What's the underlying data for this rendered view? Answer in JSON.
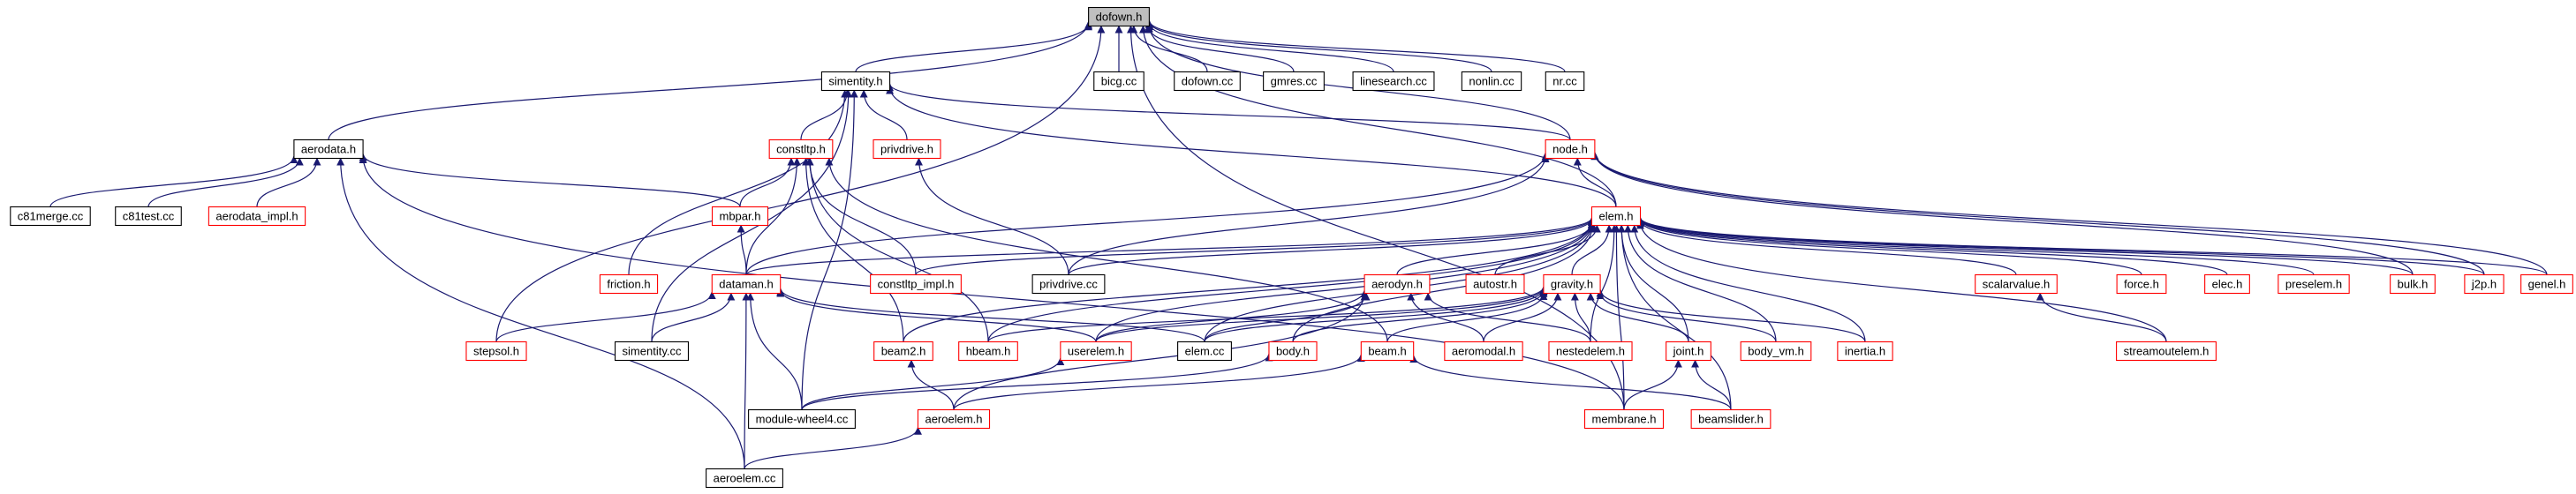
{
  "colors": {
    "edge": "#191970",
    "border_default": "#000000",
    "border_red": "#ff0000",
    "root_fill": "#bfbfbf",
    "node_fill": "#ffffff"
  },
  "nodes": [
    {
      "id": "dofown_h",
      "label": "dofown.h",
      "style": "root"
    },
    {
      "id": "simentity_h",
      "label": "simentity.h",
      "style": "black"
    },
    {
      "id": "bicg_cc",
      "label": "bicg.cc",
      "style": "black"
    },
    {
      "id": "dofown_cc",
      "label": "dofown.cc",
      "style": "black"
    },
    {
      "id": "gmres_cc",
      "label": "gmres.cc",
      "style": "black"
    },
    {
      "id": "linesearch_cc",
      "label": "linesearch.cc",
      "style": "black"
    },
    {
      "id": "nonlin_cc",
      "label": "nonlin.cc",
      "style": "black"
    },
    {
      "id": "nr_cc",
      "label": "nr.cc",
      "style": "black"
    },
    {
      "id": "aerodata_h",
      "label": "aerodata.h",
      "style": "black"
    },
    {
      "id": "constltp_h",
      "label": "constltp.h",
      "style": "red"
    },
    {
      "id": "privdrive_h",
      "label": "privdrive.h",
      "style": "red"
    },
    {
      "id": "node_h",
      "label": "node.h",
      "style": "red"
    },
    {
      "id": "c81merge_cc",
      "label": "c81merge.cc",
      "style": "black"
    },
    {
      "id": "c81test_cc",
      "label": "c81test.cc",
      "style": "black"
    },
    {
      "id": "aerodata_impl_h",
      "label": "aerodata_impl.h",
      "style": "red"
    },
    {
      "id": "mbpar_h",
      "label": "mbpar.h",
      "style": "red"
    },
    {
      "id": "elem_h",
      "label": "elem.h",
      "style": "red"
    },
    {
      "id": "friction_h",
      "label": "friction.h",
      "style": "red"
    },
    {
      "id": "dataman_h",
      "label": "dataman.h",
      "style": "red"
    },
    {
      "id": "constltp_impl_h",
      "label": "constltp_impl.h",
      "style": "red"
    },
    {
      "id": "privdrive_cc",
      "label": "privdrive.cc",
      "style": "black"
    },
    {
      "id": "aerodyn_h",
      "label": "aerodyn.h",
      "style": "red"
    },
    {
      "id": "autostr_h",
      "label": "autostr.h",
      "style": "red"
    },
    {
      "id": "gravity_h",
      "label": "gravity.h",
      "style": "red"
    },
    {
      "id": "scalarvalue_h",
      "label": "scalarvalue.h",
      "style": "red"
    },
    {
      "id": "force_h",
      "label": "force.h",
      "style": "red"
    },
    {
      "id": "elec_h",
      "label": "elec.h",
      "style": "red"
    },
    {
      "id": "preselem_h",
      "label": "preselem.h",
      "style": "red"
    },
    {
      "id": "bulk_h",
      "label": "bulk.h",
      "style": "red"
    },
    {
      "id": "j2p_h",
      "label": "j2p.h",
      "style": "red"
    },
    {
      "id": "genel_h",
      "label": "genel.h",
      "style": "red"
    },
    {
      "id": "stepsol_h",
      "label": "stepsol.h",
      "style": "red"
    },
    {
      "id": "simentity_cc",
      "label": "simentity.cc",
      "style": "black"
    },
    {
      "id": "beam2_h",
      "label": "beam2.h",
      "style": "red"
    },
    {
      "id": "hbeam_h",
      "label": "hbeam.h",
      "style": "red"
    },
    {
      "id": "userelem_h",
      "label": "userelem.h",
      "style": "red"
    },
    {
      "id": "elem_cc",
      "label": "elem.cc",
      "style": "black"
    },
    {
      "id": "body_h",
      "label": "body.h",
      "style": "red"
    },
    {
      "id": "beam_h",
      "label": "beam.h",
      "style": "red"
    },
    {
      "id": "aeromodal_h",
      "label": "aeromodal.h",
      "style": "red"
    },
    {
      "id": "nestedelem_h",
      "label": "nestedelem.h",
      "style": "red"
    },
    {
      "id": "joint_h",
      "label": "joint.h",
      "style": "red"
    },
    {
      "id": "body_vm_h",
      "label": "body_vm.h",
      "style": "red"
    },
    {
      "id": "inertia_h",
      "label": "inertia.h",
      "style": "red"
    },
    {
      "id": "streamoutelem_h",
      "label": "streamoutelem.h",
      "style": "red"
    },
    {
      "id": "module_wheel4_cc",
      "label": "module-wheel4.cc",
      "style": "black"
    },
    {
      "id": "aeroelem_h",
      "label": "aeroelem.h",
      "style": "red"
    },
    {
      "id": "membrane_h",
      "label": "membrane.h",
      "style": "red"
    },
    {
      "id": "beamslider_h",
      "label": "beamslider.h",
      "style": "red"
    },
    {
      "id": "aeroelem_cc",
      "label": "aeroelem.cc",
      "style": "black"
    }
  ],
  "edges": [
    [
      "simentity_h",
      "dofown_h"
    ],
    [
      "bicg_cc",
      "dofown_h"
    ],
    [
      "dofown_cc",
      "dofown_h"
    ],
    [
      "gmres_cc",
      "dofown_h"
    ],
    [
      "linesearch_cc",
      "dofown_h"
    ],
    [
      "nonlin_cc",
      "dofown_h"
    ],
    [
      "nr_cc",
      "dofown_h"
    ],
    [
      "aerodata_h",
      "dofown_h"
    ],
    [
      "node_h",
      "dofown_h"
    ],
    [
      "elem_h",
      "dofown_h"
    ],
    [
      "stepsol_h",
      "dofown_h"
    ],
    [
      "membrane_h",
      "dofown_h"
    ],
    [
      "constltp_h",
      "simentity_h"
    ],
    [
      "privdrive_h",
      "simentity_h"
    ],
    [
      "node_h",
      "simentity_h"
    ],
    [
      "elem_h",
      "simentity_h"
    ],
    [
      "friction_h",
      "simentity_h"
    ],
    [
      "simentity_cc",
      "simentity_h"
    ],
    [
      "module_wheel4_cc",
      "simentity_h"
    ],
    [
      "c81merge_cc",
      "aerodata_h"
    ],
    [
      "c81test_cc",
      "aerodata_h"
    ],
    [
      "aerodata_impl_h",
      "aerodata_h"
    ],
    [
      "mbpar_h",
      "aerodata_h"
    ],
    [
      "membrane_h",
      "aerodata_h"
    ],
    [
      "aeroelem_cc",
      "aerodata_h"
    ],
    [
      "mbpar_h",
      "constltp_h"
    ],
    [
      "dataman_h",
      "constltp_h"
    ],
    [
      "constltp_impl_h",
      "constltp_h"
    ],
    [
      "beam2_h",
      "constltp_h"
    ],
    [
      "hbeam_h",
      "constltp_h"
    ],
    [
      "beam_h",
      "constltp_h"
    ],
    [
      "privdrive_cc",
      "privdrive_h"
    ],
    [
      "elem_h",
      "node_h"
    ],
    [
      "dataman_h",
      "node_h"
    ],
    [
      "privdrive_cc",
      "node_h"
    ],
    [
      "bulk_h",
      "node_h"
    ],
    [
      "j2p_h",
      "node_h"
    ],
    [
      "genel_h",
      "node_h"
    ],
    [
      "dataman_h",
      "mbpar_h"
    ],
    [
      "dataman_h",
      "elem_h"
    ],
    [
      "constltp_impl_h",
      "elem_h"
    ],
    [
      "privdrive_cc",
      "elem_h"
    ],
    [
      "aerodyn_h",
      "elem_h"
    ],
    [
      "autostr_h",
      "elem_h"
    ],
    [
      "gravity_h",
      "elem_h"
    ],
    [
      "scalarvalue_h",
      "elem_h"
    ],
    [
      "force_h",
      "elem_h"
    ],
    [
      "elec_h",
      "elem_h"
    ],
    [
      "preselem_h",
      "elem_h"
    ],
    [
      "bulk_h",
      "elem_h"
    ],
    [
      "j2p_h",
      "elem_h"
    ],
    [
      "genel_h",
      "elem_h"
    ],
    [
      "beam2_h",
      "elem_h"
    ],
    [
      "hbeam_h",
      "elem_h"
    ],
    [
      "userelem_h",
      "elem_h"
    ],
    [
      "elem_cc",
      "elem_h"
    ],
    [
      "body_h",
      "elem_h"
    ],
    [
      "nestedelem_h",
      "elem_h"
    ],
    [
      "joint_h",
      "elem_h"
    ],
    [
      "body_vm_h",
      "elem_h"
    ],
    [
      "inertia_h",
      "elem_h"
    ],
    [
      "membrane_h",
      "elem_h"
    ],
    [
      "beamslider_h",
      "elem_h"
    ],
    [
      "streamoutelem_h",
      "elem_h"
    ],
    [
      "stepsol_h",
      "dataman_h"
    ],
    [
      "simentity_cc",
      "dataman_h"
    ],
    [
      "userelem_h",
      "dataman_h"
    ],
    [
      "elem_cc",
      "dataman_h"
    ],
    [
      "module_wheel4_cc",
      "dataman_h"
    ],
    [
      "aeroelem_cc",
      "dataman_h"
    ],
    [
      "userelem_h",
      "aerodyn_h"
    ],
    [
      "elem_cc",
      "aerodyn_h"
    ],
    [
      "aeromodal_h",
      "aerodyn_h"
    ],
    [
      "nestedelem_h",
      "aerodyn_h"
    ],
    [
      "aeroelem_h",
      "aerodyn_h"
    ],
    [
      "userelem_h",
      "gravity_h"
    ],
    [
      "elem_cc",
      "gravity_h"
    ],
    [
      "body_h",
      "gravity_h"
    ],
    [
      "beam_h",
      "gravity_h"
    ],
    [
      "aeromodal_h",
      "gravity_h"
    ],
    [
      "nestedelem_h",
      "gravity_h"
    ],
    [
      "joint_h",
      "gravity_h"
    ],
    [
      "body_vm_h",
      "gravity_h"
    ],
    [
      "inertia_h",
      "gravity_h"
    ],
    [
      "hbeam_h",
      "gravity_h"
    ],
    [
      "streamoutelem_h",
      "scalarvalue_h"
    ],
    [
      "aeroelem_h",
      "beam2_h"
    ],
    [
      "module_wheel4_cc",
      "userelem_h"
    ],
    [
      "module_wheel4_cc",
      "body_h"
    ],
    [
      "aeroelem_h",
      "beam_h"
    ],
    [
      "beamslider_h",
      "beam_h"
    ],
    [
      "membrane_h",
      "joint_h"
    ],
    [
      "beamslider_h",
      "joint_h"
    ],
    [
      "aeroelem_cc",
      "aeroelem_h"
    ]
  ]
}
